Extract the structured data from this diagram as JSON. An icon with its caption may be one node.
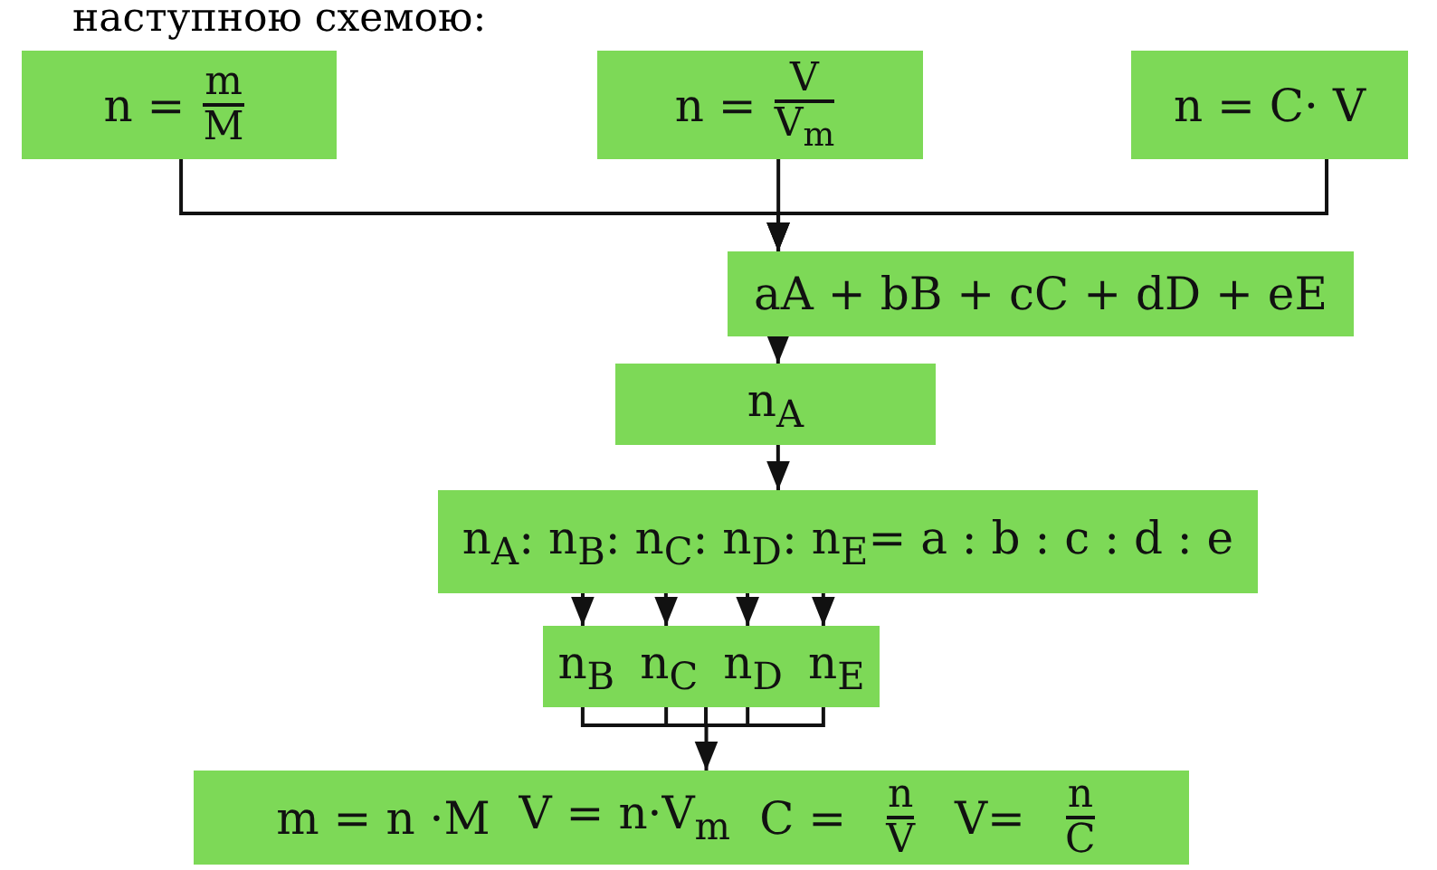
{
  "diagram": {
    "nodes": [
      {
        "text": [
          "n =",
          "m",
          "M"
        ]
      },
      {
        "text": [
          "n =",
          "V",
          "V$_{m}$"
        ]
      },
      {
        "text": [
          "n = C· V"
        ]
      },
      {
        "text": [
          "aA + bB + cC + dD + eE"
        ]
      },
      {
        "text": [
          "n$_{A}$"
        ]
      },
      {
        "text": [
          "n$_{A}$: n$_{B}$: n$_{C}$: n$_{D}$: n$_{E}$= a : b : c : d : e"
        ]
      },
      {
        "text": [
          "n$_{B}$",
          "n$_{C}$",
          "n$_{D}$",
          "n$_{E}$"
        ]
      },
      {
        "text": [
          "m = n ·M",
          "V = n·V$_{m}$",
          "C =",
          "n",
          "V",
          "V=",
          "n",
          "C"
        ]
      }
    ],
    "edges": [
      {
        "from": 0,
        "to": 3,
        "arrow": "to"
      },
      {
        "from": 1,
        "to": 3,
        "arrow": "to"
      },
      {
        "from": 2,
        "to": 3,
        "arrow": "to"
      },
      {
        "from": 3,
        "to": 4,
        "arrow": "to"
      },
      {
        "from": 4,
        "to": 5,
        "arrow": "to"
      },
      {
        "from": 5,
        "to": 6,
        "arrow": "to"
      },
      {
        "from": 5,
        "to": 6,
        "arrow": "to"
      },
      {
        "from": 5,
        "to": 6,
        "arrow": "to"
      },
      {
        "from": 5,
        "to": 6,
        "arrow": "to"
      },
      {
        "from": 6,
        "to": 7,
        "arrow": "to"
      }
    ],
    "labels": [
      "наступною схемою:"
    ]
  }
}
